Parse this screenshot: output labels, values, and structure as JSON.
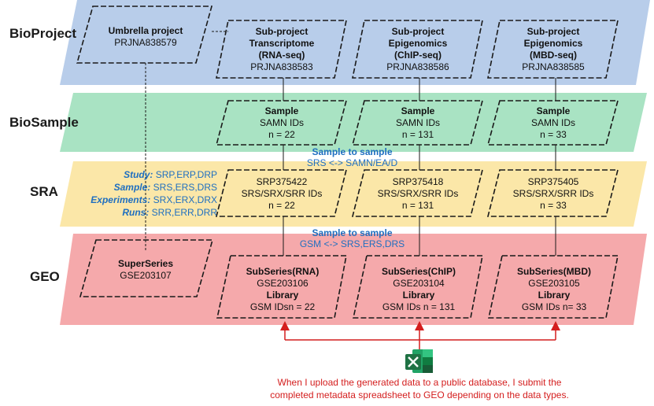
{
  "rows": {
    "bioproject": "BioProject",
    "biosample": "BioSample",
    "sra": "SRA",
    "geo": "GEO"
  },
  "colors": {
    "bioproject_band": "#b8cdea",
    "biosample_band": "#a9e3c3",
    "sra_band": "#fbe7a8",
    "geo_band": "#f5a9ab",
    "box_border": "#1a1a1a",
    "link_blue": "#1f6fc0",
    "note_red": "#d41e1e",
    "arrow_red": "#d41e1e",
    "excel_green": "#1f7244"
  },
  "bioproject": {
    "umbrella": {
      "title": "Umbrella project",
      "id": "PRJNA838579"
    },
    "rna": {
      "l1": "Sub-project",
      "l2": "Transcriptome",
      "l3": "(RNA-seq)",
      "id": "PRJNA838583"
    },
    "chip": {
      "l1": "Sub-project",
      "l2": "Epigenomics",
      "l3": "(ChIP-seq)",
      "id": "PRJNA838586"
    },
    "mbd": {
      "l1": "Sub-project",
      "l2": "Epigenomics",
      "l3": "(MBD-seq)",
      "id": "PRJNA838585"
    }
  },
  "biosample": {
    "rna": {
      "title": "Sample",
      "ids": "SAMN IDs",
      "n": "n = 22"
    },
    "chip": {
      "title": "Sample",
      "ids": "SAMN IDs",
      "n": "n = 131"
    },
    "mbd": {
      "title": "Sample",
      "ids": "SAMN IDs",
      "n": "n = 33"
    }
  },
  "s2s_upper": {
    "title": "Sample to sample",
    "text": "SRS <-> SAMN/EA/D"
  },
  "sra": {
    "legend": [
      {
        "key": "Study:",
        "val": " SRP,ERP,DRP"
      },
      {
        "key": "Sample:",
        "val": " SRS,ERS,DRS"
      },
      {
        "key": "Experiments:",
        "val": " SRX,ERX,DRX"
      },
      {
        "key": "Runs:",
        "val": " SRR,ERR,DRR"
      }
    ],
    "rna": {
      "id": "SRP375422",
      "ids": "SRS/SRX/SRR IDs",
      "n": "n = 22"
    },
    "chip": {
      "id": "SRP375418",
      "ids": "SRS/SRX/SRR IDs",
      "n": "n = 131"
    },
    "mbd": {
      "id": "SRP375405",
      "ids": "SRS/SRX/SRR IDs",
      "n": "n = 33"
    }
  },
  "s2s_lower": {
    "title": "Sample to sample",
    "text": "GSM <-> SRS,ERS,DRS"
  },
  "geo": {
    "superseries": {
      "title": "SuperSeries",
      "id": "GSE203107"
    },
    "rna": {
      "title": "SubSeries(RNA)",
      "id": "GSE203106",
      "lib": "Library",
      "gsm": "GSM IDsn = 22"
    },
    "chip": {
      "title": "SubSeries(ChIP)",
      "id": "GSE203104",
      "lib": "Library",
      "gsm": "GSM IDs n = 131"
    },
    "mbd": {
      "title": "SubSeries(MBD)",
      "id": "GSE203105",
      "lib": "Library",
      "gsm": "GSM IDs n= 33"
    }
  },
  "note": {
    "line1": "When I upload the generated data to a public database, I submit the",
    "line2": "completed metadata spreadsheet to GEO depending on the data types."
  },
  "icons": {
    "spreadsheet": "excel-icon"
  }
}
